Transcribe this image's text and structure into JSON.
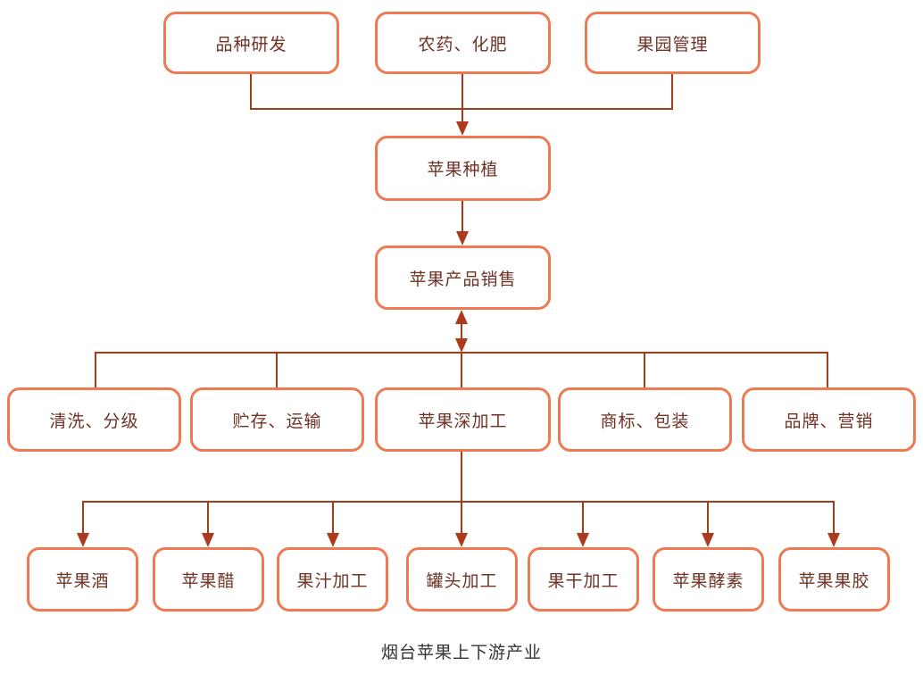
{
  "diagram": {
    "caption": "烟台苹果上下游产业",
    "colors": {
      "box_border": "#EC7A52",
      "box_text": "#6F3224",
      "line": "#A13C1D",
      "arrow": "#AC3B1D",
      "caption_text": "#333333"
    },
    "nodes": {
      "top": [
        {
          "label": "品种研发"
        },
        {
          "label": "农药、化肥"
        },
        {
          "label": "果园管理"
        }
      ],
      "planting": {
        "label": "苹果种植"
      },
      "sales": {
        "label": "苹果产品销售"
      },
      "middle": [
        {
          "label": "清洗、分级"
        },
        {
          "label": "贮存、运输"
        },
        {
          "label": "苹果深加工"
        },
        {
          "label": "商标、包装"
        },
        {
          "label": "品牌、营销"
        }
      ],
      "bottom": [
        {
          "label": "苹果酒"
        },
        {
          "label": "苹果醋"
        },
        {
          "label": "果汁加工"
        },
        {
          "label": "罐头加工"
        },
        {
          "label": "果干加工"
        },
        {
          "label": "苹果酵素"
        },
        {
          "label": "苹果果胶"
        }
      ]
    }
  }
}
